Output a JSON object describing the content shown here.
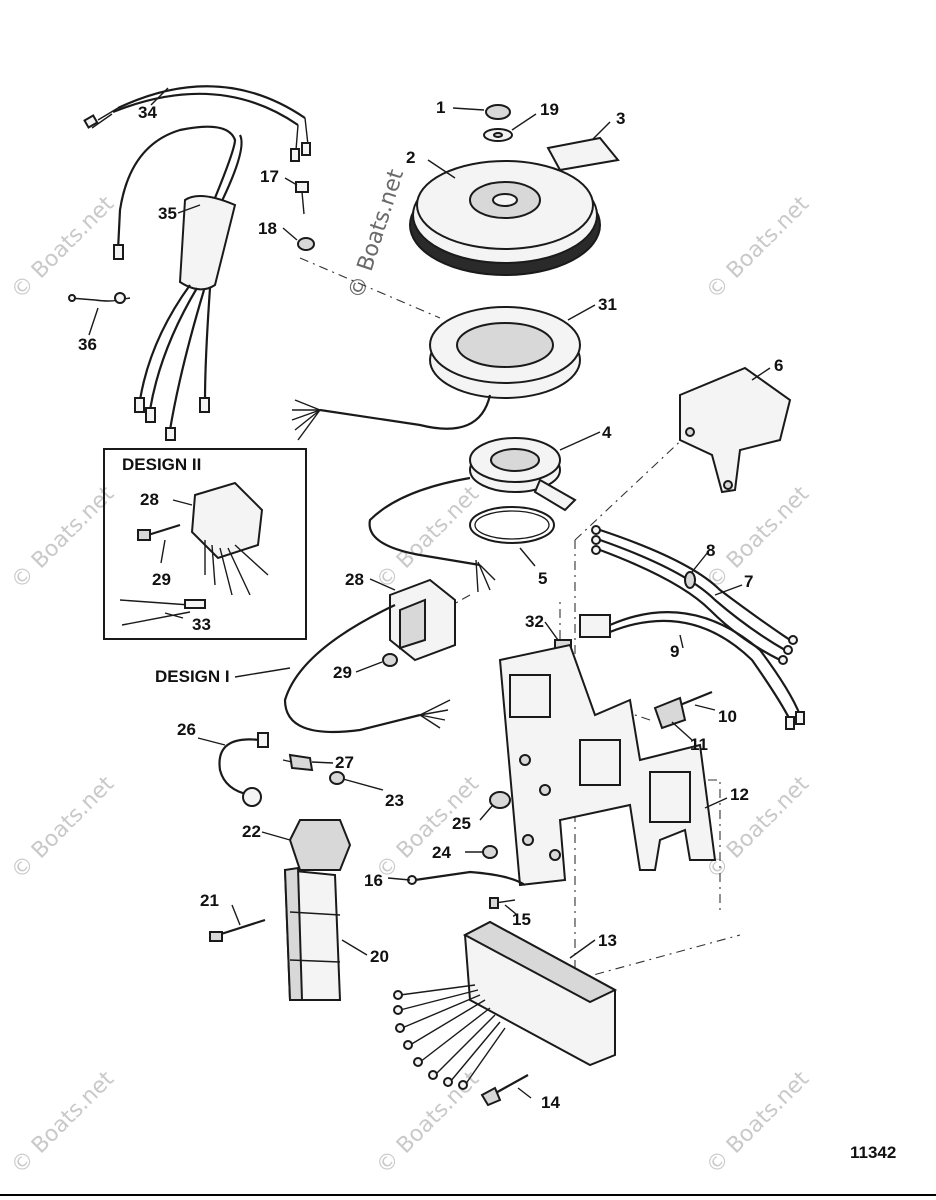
{
  "watermark": "© Boats.net",
  "figure_number": "11342",
  "design_labels": {
    "design_ii": "DESIGN II",
    "design_i": "DESIGN I"
  },
  "callouts": {
    "c1": "1",
    "c2": "2",
    "c3": "3",
    "c4": "4",
    "c5": "5",
    "c6": "6",
    "c7": "7",
    "c8": "8",
    "c9": "9",
    "c10": "10",
    "c11": "11",
    "c12": "12",
    "c13": "13",
    "c14": "14",
    "c15": "15",
    "c16": "16",
    "c17": "17",
    "c18": "18",
    "c19": "19",
    "c20": "20",
    "c21": "21",
    "c22": "22",
    "c23": "23",
    "c24": "24",
    "c25": "25",
    "c26": "26",
    "c27": "27",
    "c28a": "28",
    "c28b": "28",
    "c29a": "29",
    "c29b": "29",
    "c31": "31",
    "c32": "32",
    "c33": "33",
    "c34": "34",
    "c35": "35",
    "c36": "36"
  }
}
